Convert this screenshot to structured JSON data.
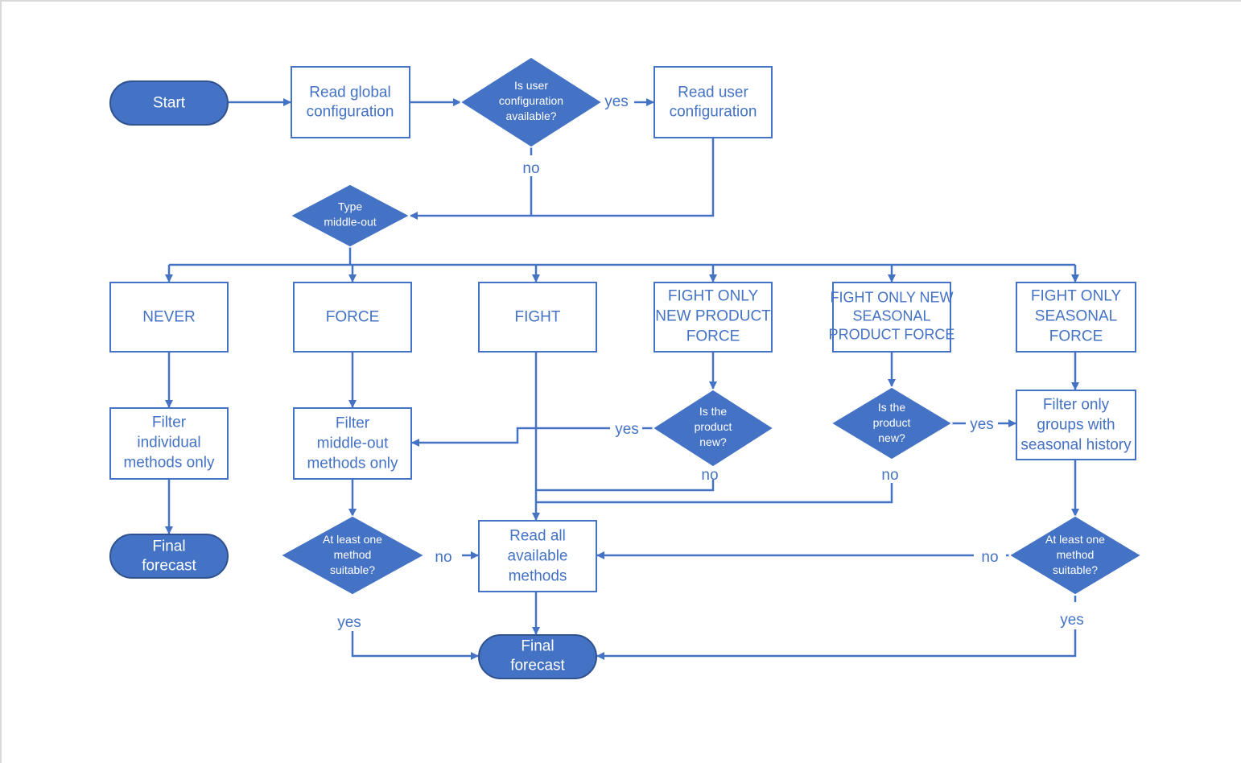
{
  "colors": {
    "primary": "#4472c4",
    "border": "#2f528f",
    "background": "#ffffff"
  },
  "labels": {
    "start": [
      "Start"
    ],
    "read_global": [
      "Read global",
      "configuration"
    ],
    "dec_user_config": [
      "Is user",
      "configuration",
      "available?"
    ],
    "read_user": [
      "Read user",
      "configuration"
    ],
    "dec_type": [
      "Type",
      "middle-out"
    ],
    "never": [
      "NEVER"
    ],
    "force": [
      "FORCE"
    ],
    "fight": [
      "FIGHT"
    ],
    "fight_new": [
      "FIGHT ONLY",
      "NEW PRODUCT",
      "FORCE"
    ],
    "fight_new_seasonal": [
      "FIGHT ONLY NEW",
      "SEASONAL",
      "PRODUCT FORCE"
    ],
    "fight_seasonal": [
      "FIGHT ONLY",
      "SEASONAL",
      "FORCE"
    ],
    "filter_individual": [
      "Filter",
      "individual",
      "methods only"
    ],
    "filter_middle": [
      "Filter",
      "middle-out",
      "methods only"
    ],
    "dec_new1": [
      "Is the",
      "product",
      "new?"
    ],
    "dec_new2": [
      "Is the",
      "product",
      "new?"
    ],
    "filter_groups": [
      "Filter only",
      "groups with",
      "seasonal history"
    ],
    "final1": [
      "Final",
      "forecast"
    ],
    "dec_atleast1": [
      "At least one",
      "method",
      "suitable?"
    ],
    "read_all": [
      "Read all",
      "available",
      "methods"
    ],
    "dec_atleast2": [
      "At least one",
      "method",
      "suitable?"
    ],
    "final2": [
      "Final",
      "forecast"
    ]
  },
  "edge_labels": {
    "yes_user": "yes",
    "no_user": "no",
    "yes_new1": "yes",
    "no_new1": "no",
    "no_new2": "no",
    "yes_new2": "yes",
    "no_atleast1": "no",
    "yes_atleast1": "yes",
    "no_atleast2": "no",
    "yes_atleast2": "yes"
  }
}
